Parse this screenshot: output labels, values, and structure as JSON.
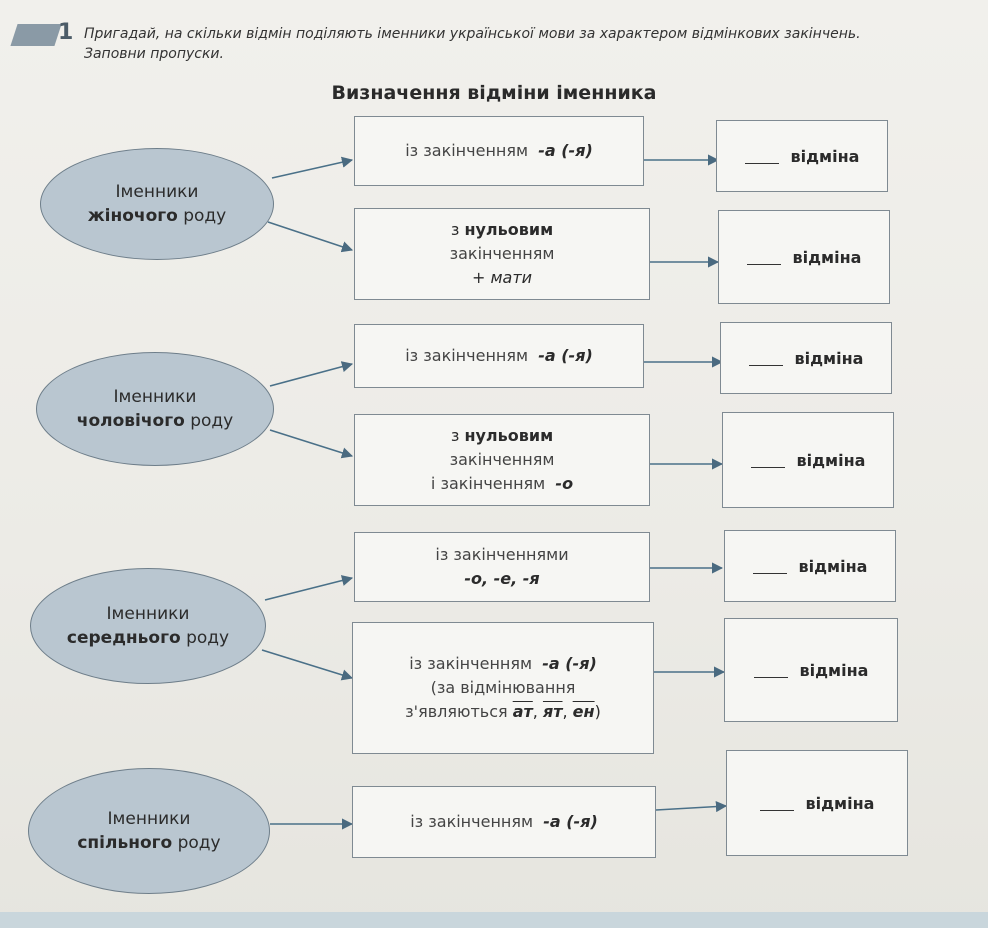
{
  "task": {
    "number": "1",
    "text": "Пригадай, на скільки відмін поділяють іменники української мови за характером відмінкових закінчень. Заповни пропуски."
  },
  "diagram": {
    "title": "Визначення відміни іменника",
    "result_word": "відміна",
    "groups": [
      {
        "line1": "Іменники",
        "line2_bold": "жіночого",
        "line2_rest": "роду"
      },
      {
        "line1": "Іменники",
        "line2_bold": "чоловічого",
        "line2_rest": "роду"
      },
      {
        "line1": "Іменники",
        "line2_bold": "середнього",
        "line2_rest": "роду"
      },
      {
        "line1": "Іменники",
        "line2_bold": "спільного",
        "line2_rest": "роду"
      }
    ],
    "boxes": {
      "b1": {
        "pre": "із закінченням",
        "ending": "-а (-я)"
      },
      "b2": {
        "l1_pre": "з",
        "l1_bold": "нульовим",
        "l2": "закінченням",
        "l3": "+ мати"
      },
      "b3": {
        "pre": "із закінченням",
        "ending": "-а (-я)"
      },
      "b4": {
        "l1_pre": "з",
        "l1_bold": "нульовим",
        "l2": "закінченням",
        "l3_pre": "і закінченням",
        "l3_ending": "-о"
      },
      "b5": {
        "l1": "із закінченнями",
        "l2": "-о, -е, -я"
      },
      "b6": {
        "l1_pre": "із закінченням",
        "l1_ending": "-а (-я)",
        "l2": "(за відмінювання",
        "l3_pre": "з'являються",
        "suf1": "ат",
        "suf2": "ят",
        "suf3": "ен",
        "close": ")"
      },
      "b7": {
        "pre": "із закінченням",
        "ending": "-а (-я)"
      }
    }
  }
}
